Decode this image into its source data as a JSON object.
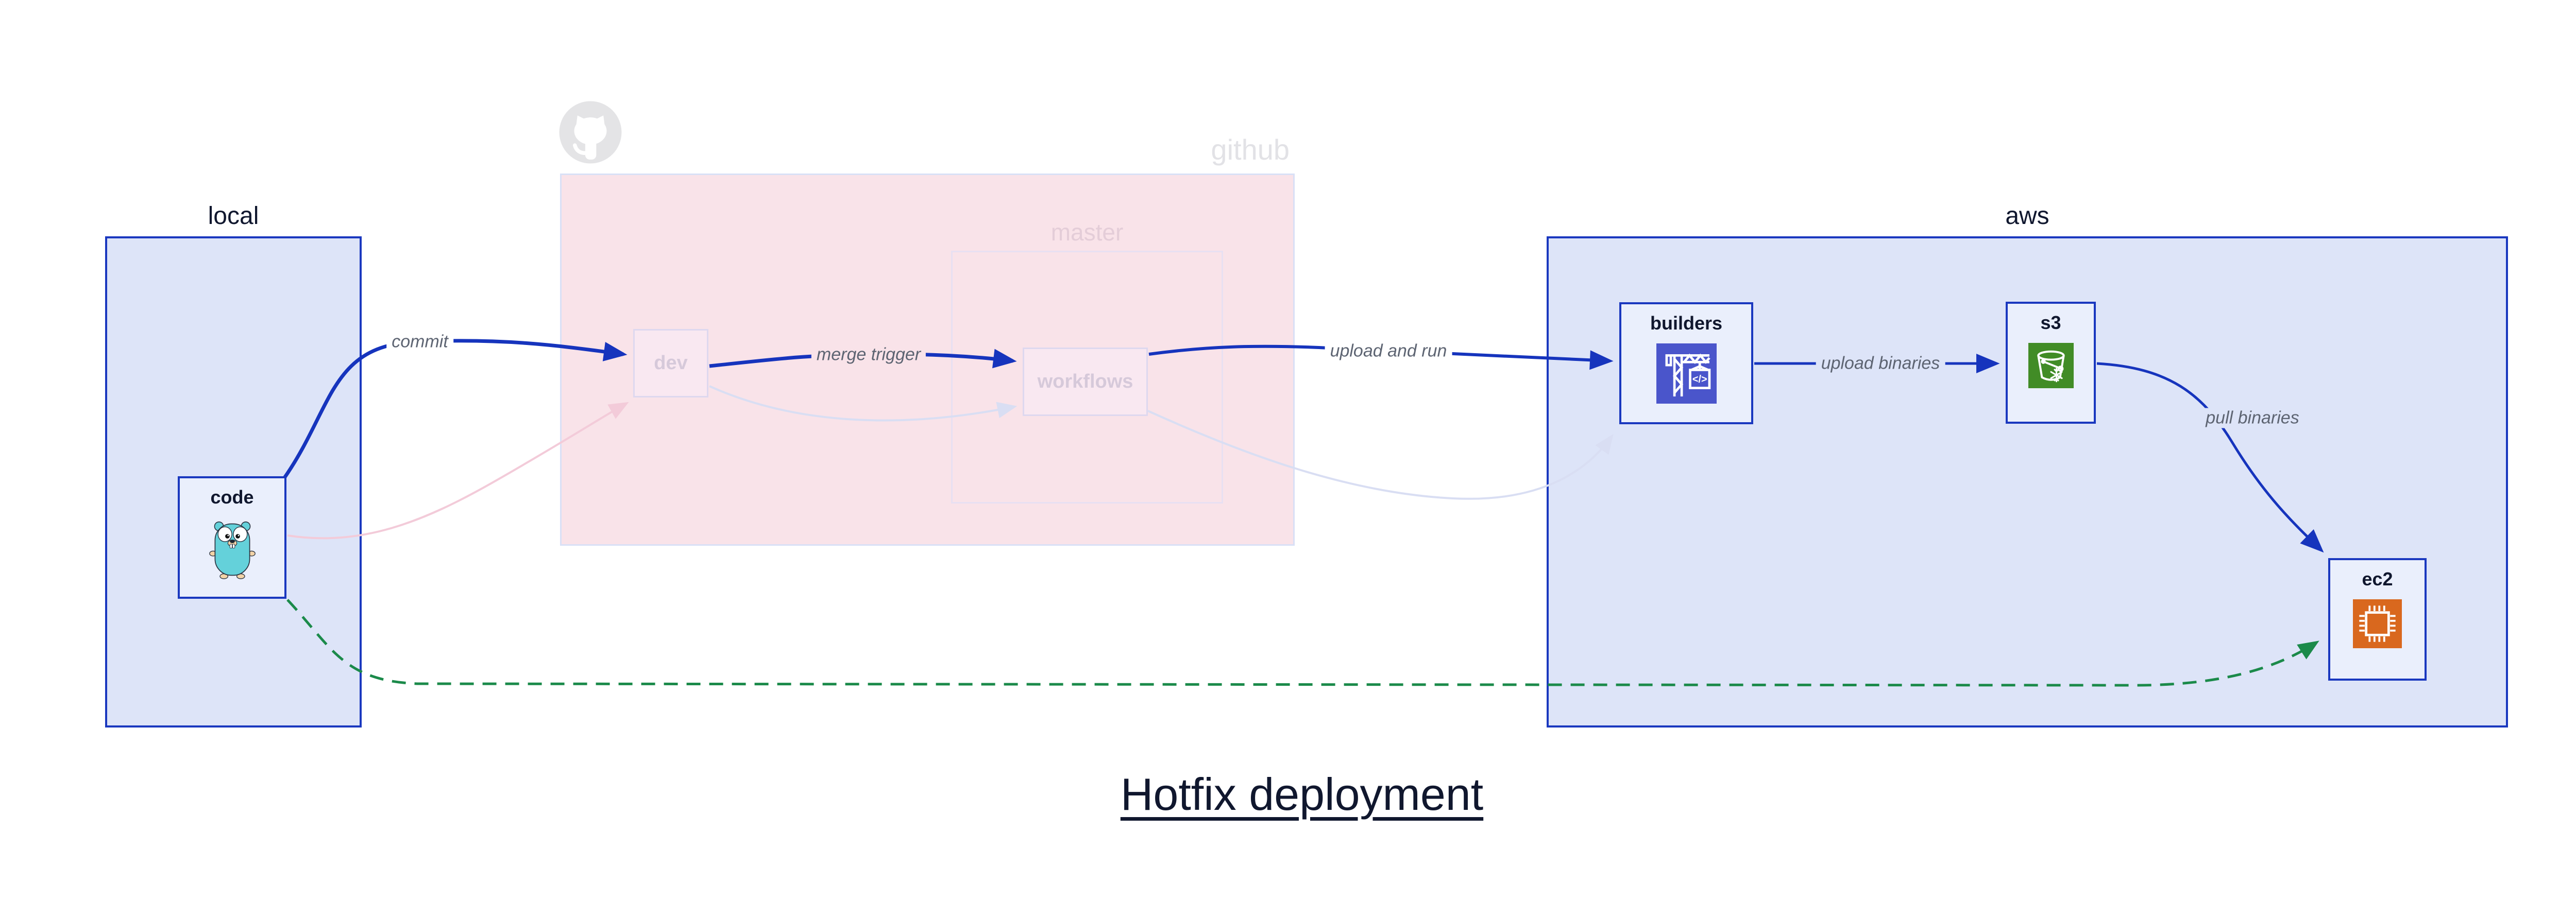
{
  "title": "Hotfix deployment",
  "clusters": {
    "local": {
      "label": "local"
    },
    "github": {
      "label": "github",
      "logo_icon": "github-octocat-icon"
    },
    "master": {
      "label": "master"
    },
    "aws": {
      "label": "aws"
    }
  },
  "nodes": {
    "code": {
      "label": "code",
      "icon": "go-gopher-icon"
    },
    "dev": {
      "label": "dev"
    },
    "workflows": {
      "label": "workflows"
    },
    "builders": {
      "label": "builders",
      "icon": "codebuild-crane-icon"
    },
    "s3": {
      "label": "s3",
      "icon": "s3-bucket-icon"
    },
    "ec2": {
      "label": "ec2",
      "icon": "ec2-chip-icon"
    }
  },
  "edges": [
    {
      "from": "code",
      "to": "dev",
      "label": "commit",
      "style": "solid-blue"
    },
    {
      "from": "dev",
      "to": "workflows",
      "label": "merge trigger",
      "style": "solid-blue"
    },
    {
      "from": "workflows",
      "to": "builders",
      "label": "upload and run",
      "style": "solid-blue"
    },
    {
      "from": "builders",
      "to": "s3",
      "label": "upload binaries",
      "style": "solid-blue"
    },
    {
      "from": "s3",
      "to": "ec2",
      "label": "pull binaries",
      "style": "solid-blue"
    },
    {
      "from": "code",
      "to": "ec2",
      "label": "",
      "style": "dashed-green-hotfix"
    },
    {
      "from": "code",
      "to": "dev",
      "label": "",
      "style": "faded-pink"
    },
    {
      "from": "dev",
      "to": "workflows",
      "label": "",
      "style": "faded-lavender"
    },
    {
      "from": "workflows",
      "to": "builders",
      "label": "",
      "style": "faded-lavender"
    }
  ],
  "colors": {
    "edge_blue": "#1634bd",
    "edge_green": "#1b8a4a",
    "edge_faded_pink": "#f3cbd9",
    "edge_faded_lavender": "#d9def3",
    "cluster_blue_fill": "#dde4f8",
    "cluster_blue_border": "#1a38bf",
    "github_fill": "#f9e3e9",
    "node_fill": "#eaeffc",
    "codebuild_indigo": "#4a55cb",
    "s3_green": "#418c26",
    "ec2_orange": "#d9681e",
    "gopher_teal": "#64d1da",
    "text_dark": "#10172e",
    "edge_label_gray": "#5d6472"
  }
}
